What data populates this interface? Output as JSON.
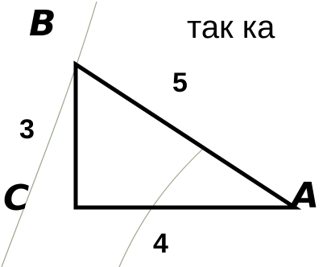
{
  "vertices": {
    "B": "B",
    "C": "C",
    "A": "A"
  },
  "sides": {
    "BC": "3",
    "CA": "4",
    "AB": "5"
  },
  "caption": "так ка",
  "colors": {
    "stroke": "#000000",
    "text": "#000000",
    "background": "#ffffff",
    "decor_lines": "#9aa88c"
  }
}
